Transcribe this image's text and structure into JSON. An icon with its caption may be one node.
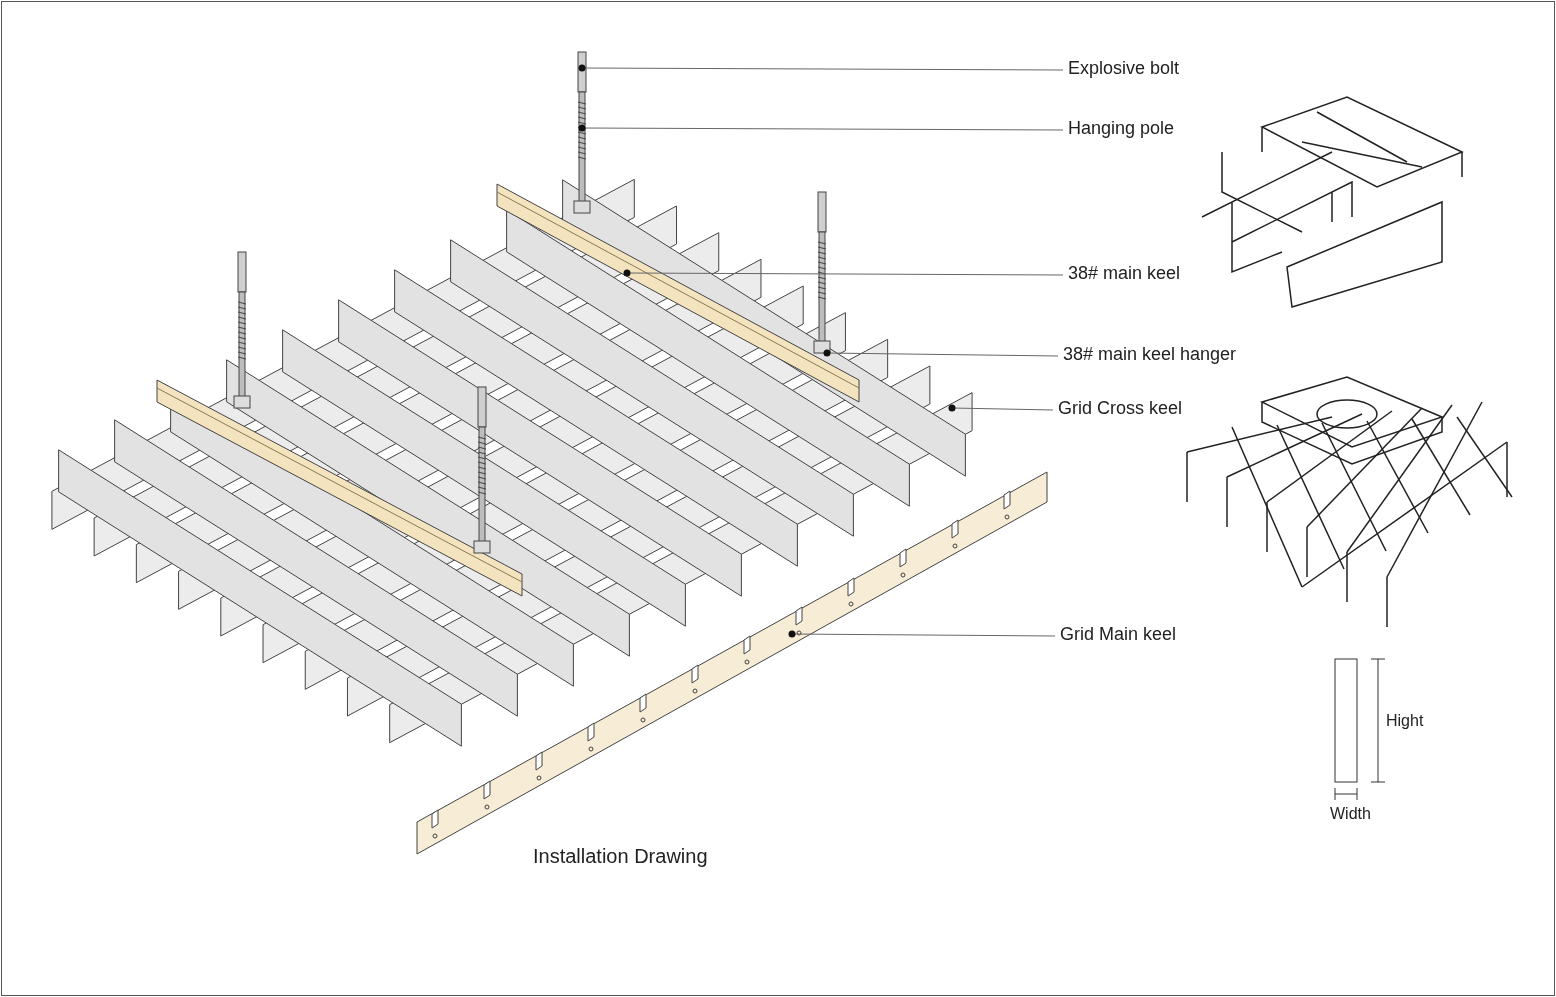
{
  "diagram": {
    "caption": "Installation Drawing",
    "nodes": [
      {
        "text": [
          "Explosive bolt"
        ]
      },
      {
        "text": [
          "Hanging pole"
        ]
      },
      {
        "text": [
          "38# main keel"
        ]
      },
      {
        "text": [
          "38# main keel hanger"
        ]
      },
      {
        "text": [
          "Grid Cross keel"
        ]
      },
      {
        "text": [
          "Grid Main keel"
        ]
      }
    ],
    "edges": [
      {
        "from": 0,
        "to": null,
        "arrow": "other"
      },
      {
        "from": 1,
        "to": null,
        "arrow": "other"
      },
      {
        "from": 2,
        "to": null,
        "arrow": "other"
      },
      {
        "from": 3,
        "to": null,
        "arrow": "other"
      },
      {
        "from": 4,
        "to": null,
        "arrow": "other"
      },
      {
        "from": 5,
        "to": null,
        "arrow": "other"
      }
    ],
    "labels": [
      "Hight",
      "Width"
    ]
  }
}
